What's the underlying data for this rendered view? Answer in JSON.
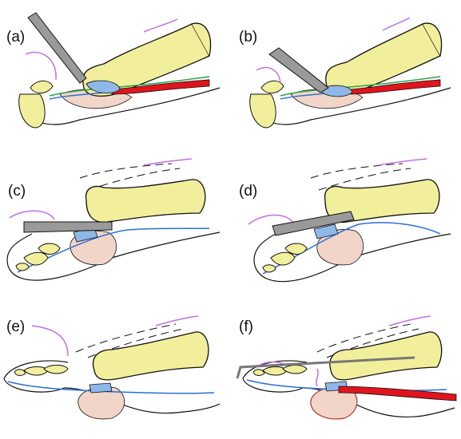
{
  "figure": {
    "panels": [
      {
        "label": "(a)"
      },
      {
        "label": "(b)"
      },
      {
        "label": "(c)"
      },
      {
        "label": "(d)"
      },
      {
        "label": "(e)"
      },
      {
        "label": "(f)"
      }
    ],
    "colors": {
      "bone_fill": "#f2ef9c",
      "bone_dots": "#6b6a3a",
      "outline": "#111111",
      "blade": "#9a9a9a",
      "tendon_red": "#e0141c",
      "blue_line": "#2b6fd6",
      "plate_blue": "#8fb8e8",
      "fat_pink": "#f1d5c8",
      "purple": "#c070e0",
      "green_line": "#2ea34a"
    },
    "icons": [
      "scalpel-blade-icon",
      "probe-wire-icon"
    ]
  }
}
